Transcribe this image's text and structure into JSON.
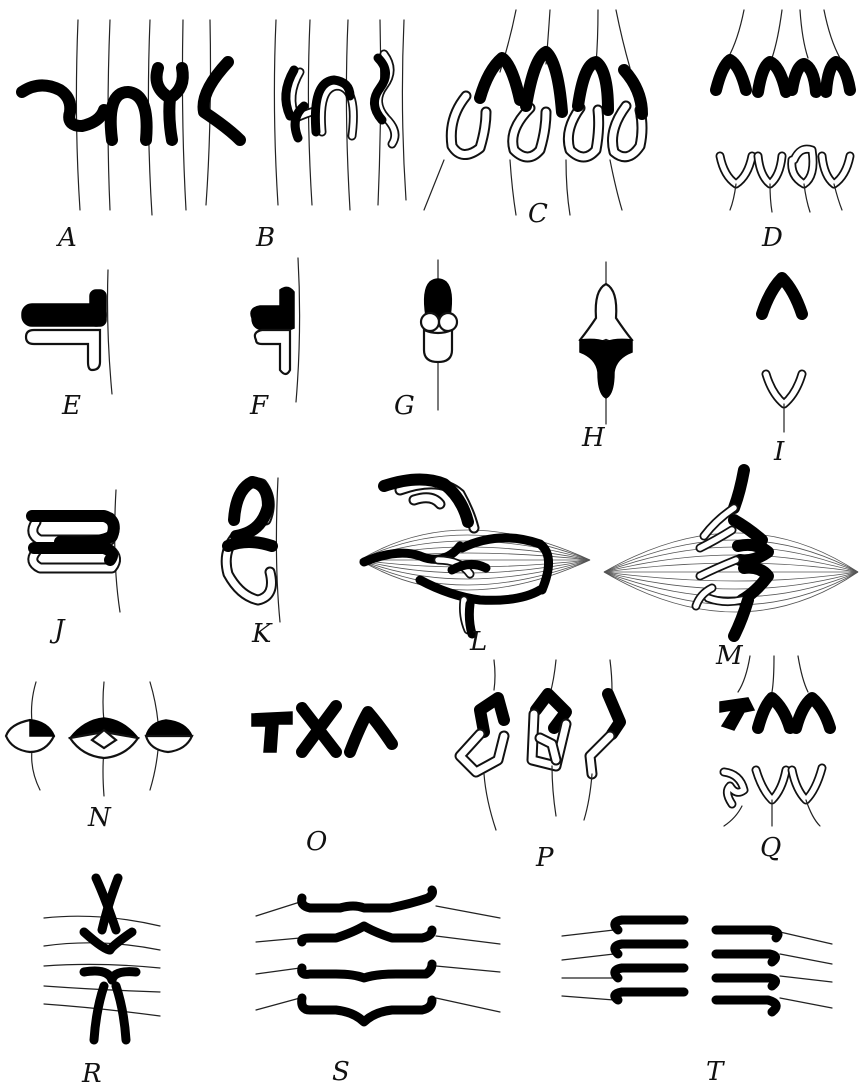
{
  "figure": {
    "panel_labels": {
      "A": "A",
      "B": "B",
      "C": "C",
      "D": "D",
      "E": "E",
      "F": "F",
      "G": "G",
      "H": "H",
      "I": "I",
      "J": "J",
      "K": "K",
      "L": "L",
      "M": "M",
      "N": "N",
      "O": "O",
      "P": "P",
      "Q": "Q",
      "R": "R",
      "S": "S",
      "T": "T"
    },
    "colors": {
      "ink": "#000000",
      "paper": "#ffffff"
    }
  }
}
